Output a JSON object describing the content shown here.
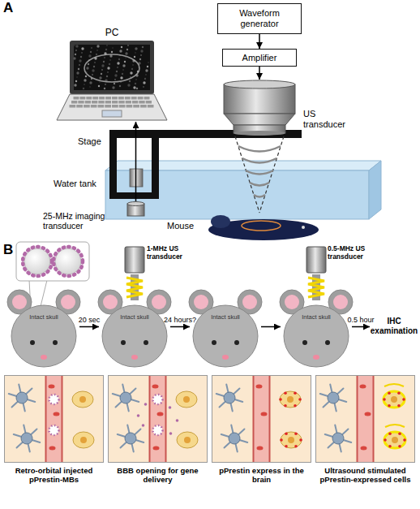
{
  "diagram": {
    "nodes": [
      {
        "text": [
          "PC"
        ]
      },
      {
        "text": [
          "Waveform generator"
        ]
      },
      {
        "text": [
          "Amplifier"
        ]
      },
      {
        "text": [
          "US transducer"
        ]
      },
      {
        "text": [
          "25-MHz imaging transducer"
        ]
      },
      {
        "text": [
          "Intact skull"
        ]
      },
      {
        "text": [
          "Intact skull"
        ]
      },
      {
        "text": [
          "Intact skull"
        ]
      },
      {
        "text": [
          "Intact skull"
        ]
      },
      {
        "text": [
          "IHC examination"
        ]
      },
      {
        "text": [
          "Retro-orbital injected pPrestin-MBs"
        ]
      },
      {
        "text": [
          "BBB opening for gene delivery"
        ]
      },
      {
        "text": [
          "pPrestin express in the brain"
        ]
      },
      {
        "text": [
          "Ultrasound stimulated pPrestin-expressed cells"
        ]
      }
    ],
    "edges": [
      {
        "from": 1,
        "to": 2,
        "arrow": "to"
      },
      {
        "from": 2,
        "to": 3,
        "arrow": "to"
      },
      {
        "from": 4,
        "to": 0,
        "arrow": "to"
      },
      {
        "from": 5,
        "to": 6,
        "label": "20 sec",
        "arrow": "to"
      },
      {
        "from": 6,
        "to": 7,
        "label": "24 hours?",
        "arrow": "to"
      },
      {
        "from": 7,
        "to": 8,
        "arrow": "to"
      },
      {
        "from": 8,
        "to": 9,
        "label": "0.5 hour",
        "arrow": "to"
      }
    ],
    "labels": [
      "A",
      "Stage",
      "Water tank",
      "Mouse",
      "B",
      "1-MHz US transducer",
      "0.5-MHz US transducer"
    ]
  }
}
